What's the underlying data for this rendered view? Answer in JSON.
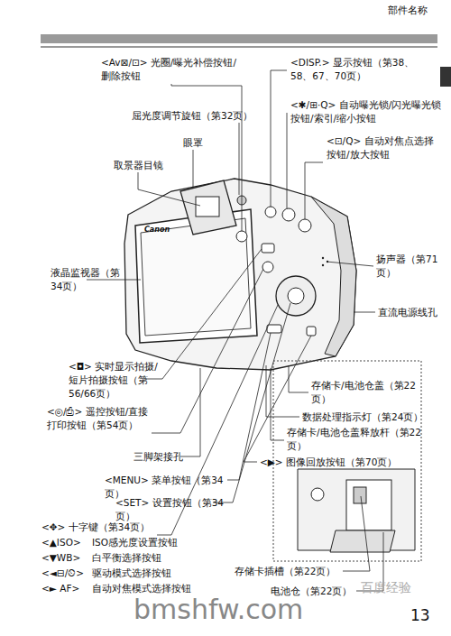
{
  "diagram": {
    "labels": [
      "部件名称",
      "<Av⊠/⊡> 光圈/曝光补偿按钮/删除按钮",
      "屈光度调节旋钮（第32页）",
      "眼罩",
      "取景器目镜",
      "液晶监视器（第34页）",
      "<◘> 实时显示拍摄/短片拍摄按钮（第56/66页）",
      "<◎/⎙> 遥控按钮/直接打印按钮（第54页）",
      "三脚架接孔",
      "<MENU> 菜单按钮（第34页）",
      "<SET> 设置按钮（第34页）",
      "<✥> 十字键（第34页）",
      "<▲ISO>",
      "ISO感光度设置按钮",
      "<▼WB>",
      "白平衡选择按钮",
      "<◄⊟/⏲>",
      "驱动模式选择按钮",
      "<► AF>",
      "自动对焦模式选择按钮",
      "<DISP.> 显示按钮（第38、58、67、70页）",
      "<✱/⊞·Q> 自动曝光锁/闪光曝光锁按钮/索引/缩小按钮",
      "<⊡/Q> 自动对焦点选择按钮/放大按钮",
      "扬声器（第71页）",
      "直流电源线孔",
      "存储卡/电池仓盖（第22页）",
      "数据处理指示灯（第24页）",
      "存储卡/电池仓盖释放杆（第22页）",
      "<▶> 图像回放按钮（第70页）",
      "存储卡插槽（第22页）",
      "电池仓（第22页）",
      "13",
      "Canon",
      "bmshfw.com",
      "百度经验"
    ]
  }
}
